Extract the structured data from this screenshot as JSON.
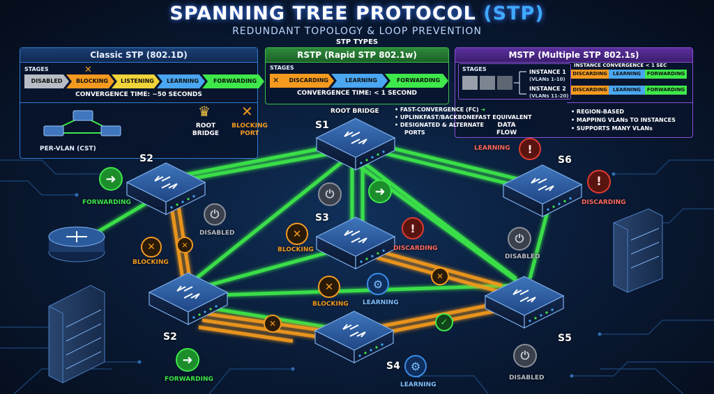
{
  "title_main": "SPANNING TREE PROTOCOL",
  "title_paren": "(STP)",
  "subtitle": "REDUNDANT TOPOLOGY & LOOP PREVENTION",
  "section_label": "STP TYPES",
  "classic": {
    "title": "Classic STP (802.1D)",
    "stages_label": "STAGES",
    "stages": [
      "DISABLED",
      "BLOCKING",
      "LISTENING",
      "LEARNING",
      "FORWARDING"
    ],
    "convergence": "CONVERGENCE TIME: ~50 SECONDS",
    "per_vlan": "PER-VLAN (CST)"
  },
  "rstp": {
    "title": "RSTP (Rapid STP 802.1w)",
    "stages_label": "STAGES",
    "stages": [
      "DISCARDING",
      "LEARNING",
      "FORWARDING"
    ],
    "convergence": "CONVERGENCE TIME: < 1 SECOND"
  },
  "mstp": {
    "title": "MSTP (Multiple STP 802.1s)",
    "stages_label": "STAGES",
    "instance1": "INSTANCE 1",
    "instance1_vlans": "(VLANs 1-10)",
    "instance2": "INSTANCE 2",
    "instance2_vlans": "(VLANs 11-20)",
    "convergence": "INSTANCE CONVERGENCE < 1 SEC",
    "stages": [
      "DISCARDING",
      "LEARNING",
      "FORWARDING"
    ],
    "features": [
      "REGION-BASED",
      "MAPPING VLANs TO INSTANCES",
      "SUPPORTS MANY VLANs"
    ]
  },
  "legend": {
    "root_bridge_line1": "ROOT",
    "root_bridge_line2": "BRIDGE",
    "blocking_port_line1": "BLOCKING",
    "blocking_port_line2": "PORT",
    "root_bridge_caption": "ROOT BRIDGE",
    "rstp_features": [
      "FAST-CONVERGENCE (FC)",
      "UPLINKFAST/BACKBONEFAST EQUIVALENT",
      "DESIGNATED & ALTERNATE"
    ],
    "ports": "PORTS",
    "data_line1": "DATA",
    "data_line2": "FLOW"
  },
  "switches": {
    "s1": "S1",
    "s2_top": "S2",
    "s3": "S3",
    "s6": "S6",
    "s2_bottom": "S2",
    "s4": "S4",
    "s5": "S5"
  },
  "states": {
    "forwarding_left": "FORWARDING",
    "disabled_s2": "DISABLED",
    "blocking_left": "BLOCKING",
    "blocking_s3": "BLOCKING",
    "discarding_s3": "DISCARDING",
    "blocking_mid": "BLOCKING",
    "learning_mid": "LEARNING",
    "learning_s6": "LEARNING",
    "discarding_s6": "DISCARDING",
    "disabled_s6": "DISABLED",
    "forwarding_bottom": "FORWARDING",
    "learning_s4": "LEARNING",
    "disabled_s5": "DISABLED"
  },
  "colors": {
    "forwarding": "#3ee84a",
    "blocking": "#f39a1f",
    "learning": "#3a8de8",
    "disabled": "#8a8f99",
    "discarding": "#e23b30",
    "listening": "#f1d33a",
    "classic_border": "#2f7fd6",
    "rstp_border": "#3bbf4a",
    "mstp_border": "#8b4fd6",
    "accent_blue": "#3fa9ff"
  }
}
